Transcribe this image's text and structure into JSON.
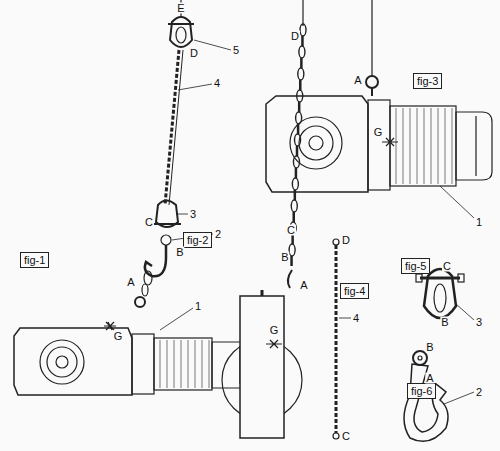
{
  "diagram": {
    "nodes": [
      {
        "text": [
          "fig-3"
        ]
      },
      {
        "text": [
          "fig-1"
        ]
      },
      {
        "text": [
          "fig-2"
        ]
      },
      {
        "text": [
          "fig-4"
        ]
      },
      {
        "text": [
          "fig-5"
        ]
      },
      {
        "text": [
          "fig-6"
        ]
      }
    ],
    "labels": [
      "E",
      "D",
      "5",
      "4",
      "3",
      "C",
      "2",
      "B",
      "A",
      "1",
      "G",
      "D",
      "C",
      "B",
      "A",
      "G",
      "A",
      "G",
      "1",
      "D",
      "4",
      "C",
      "C",
      "B",
      "3",
      "B",
      "A",
      "2"
    ]
  }
}
